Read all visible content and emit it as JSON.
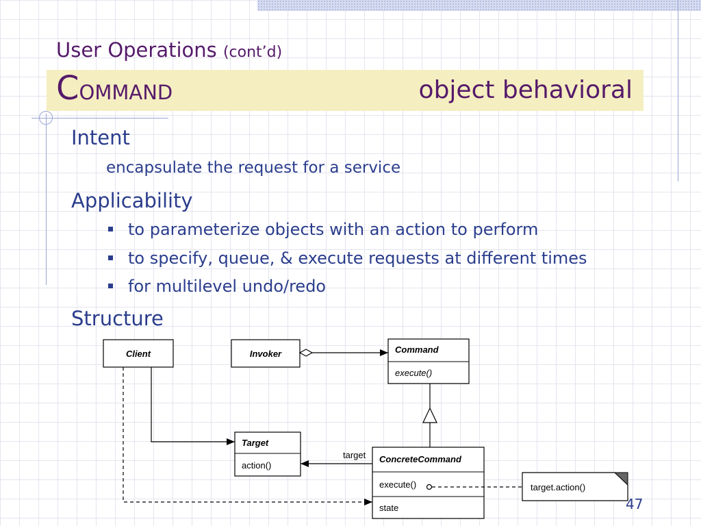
{
  "slide": {
    "subtitle": "User Operations",
    "subtitle_paren": "(cont’d)",
    "title_initial": "C",
    "title_rest": "OMMAND",
    "title_category": "object behavioral",
    "page_number": "47"
  },
  "sections": {
    "intent": {
      "heading": "Intent",
      "text": "encapsulate the request for a service"
    },
    "applicability": {
      "heading": "Applicability",
      "bullets": [
        "to parameterize objects with an action to perform",
        "to specify, queue, & execute requests at different times",
        "for multilevel undo/redo"
      ]
    },
    "structure": {
      "heading": "Structure"
    }
  },
  "diagram": {
    "client": "Client",
    "invoker": "Invoker",
    "command": {
      "name": "Command",
      "method": "execute()"
    },
    "target": {
      "name": "Target",
      "method": "action()"
    },
    "concrete_command": {
      "name": "ConcreteCommand",
      "method": "execute()",
      "attribute": "state"
    },
    "association_label": "target",
    "note": "target.action()"
  },
  "colors": {
    "title_purple": "#551a6a",
    "body_blue": "#2a3d8c",
    "title_band": "#f5eec0",
    "grid_line": "#e4e4ef"
  }
}
